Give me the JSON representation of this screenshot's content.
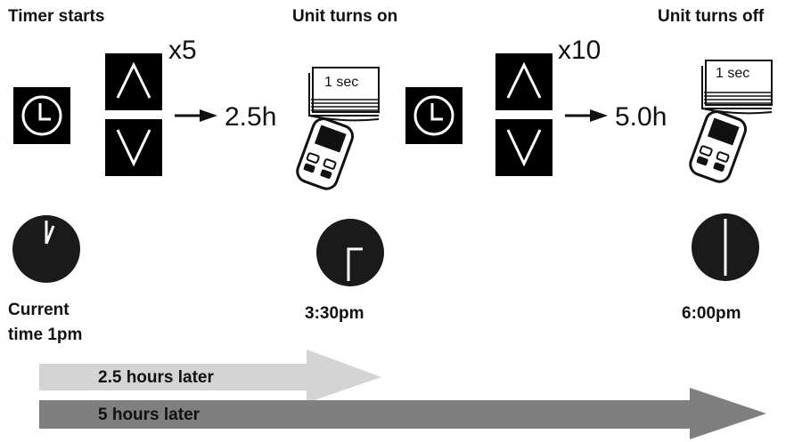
{
  "headings": {
    "timer_starts": "Timer starts",
    "unit_turns_on": "Unit turns on",
    "unit_turns_off": "Unit turns off"
  },
  "step1": {
    "press_count": "x5",
    "duration": "2.5h"
  },
  "step2": {
    "press_count": "x10",
    "duration": "5.0h"
  },
  "units": {
    "on_signal": "1 sec",
    "off_signal": "1 sec"
  },
  "clocks": {
    "start": {
      "caption_line1": "Current",
      "caption_line2": "time 1pm"
    },
    "on": {
      "caption": "3:30pm"
    },
    "off": {
      "caption": "6:00pm"
    }
  },
  "bars": {
    "short": {
      "label": "2.5 hours later",
      "color": "#d4d4d4"
    },
    "long": {
      "label": "5 hours later",
      "color": "#7f7f7f"
    }
  },
  "icons": [
    "clock-icon",
    "up-arrow-icon",
    "down-arrow-icon",
    "ac-unit-icon",
    "remote-control-icon",
    "right-arrow-icon",
    "clock-face-icon"
  ],
  "colors": {
    "ink": "#000000",
    "icon_bg": "#000000",
    "icon_fg": "#ffffff"
  }
}
